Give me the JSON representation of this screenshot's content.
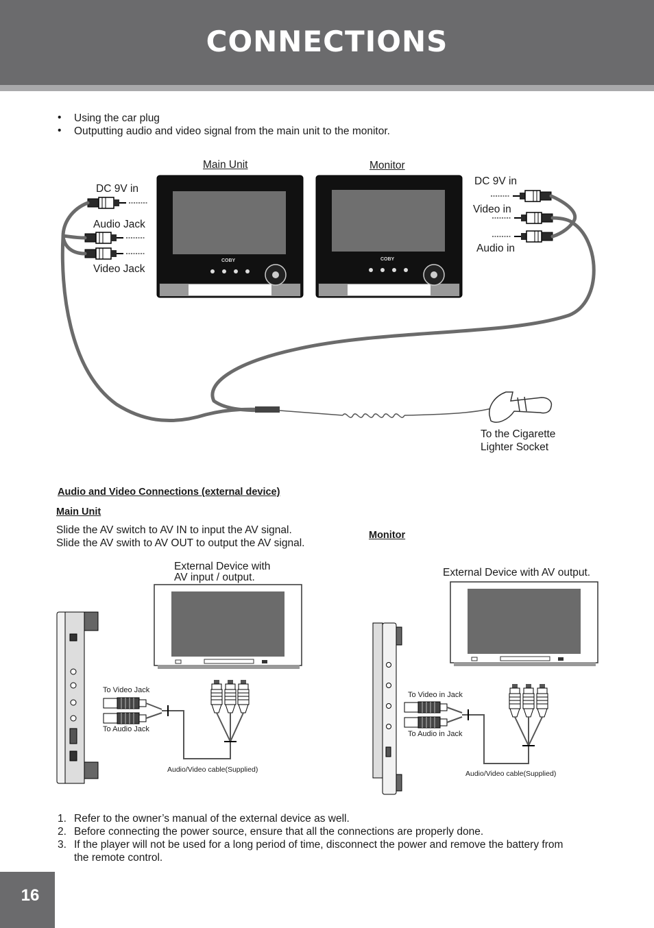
{
  "header": {
    "title": "CONNECTIONS"
  },
  "intro_bullets": [
    "Using the car plug",
    "Outputting audio and video signal from the main unit  to the monitor."
  ],
  "car_diagram": {
    "main_unit_label": "Main Unit",
    "monitor_label": "Monitor",
    "brand": "COBY",
    "main_unit_jacks": [
      "DC 9V in",
      "Audio Jack",
      "Video Jack"
    ],
    "monitor_jacks": [
      "DC 9V in",
      "Video in",
      "Audio in"
    ],
    "cigarette_label_line1": "To the Cigarette",
    "cigarette_label_line2": "Lighter  Socket"
  },
  "av_section": {
    "title": "Audio and Video Connections (external device)",
    "main_unit": {
      "heading": "Main Unit",
      "line1": "Slide the AV switch to AV IN to input the AV signal.",
      "line2": "Slide the AV swith to AV OUT to output the AV signal.",
      "device_label_line1": "External Device with",
      "device_label_line2": "AV input / output.",
      "to_video": "To Video Jack",
      "to_audio": "To Audio Jack",
      "cable": "Audio/Video cable(Supplied)"
    },
    "monitor": {
      "heading": "Monitor",
      "device_label": "External Device with AV output.",
      "to_video": "To Video in Jack",
      "to_audio": "To Audio in Jack",
      "cable": "Audio/Video cable(Supplied)"
    }
  },
  "notes": [
    {
      "num": "1.",
      "text": "Refer to the owner’s manual of the external device as well."
    },
    {
      "num": "2.",
      "text": "Before connecting the power source, ensure that all the connections are properly done."
    },
    {
      "num": "3.",
      "text": "If the player will not be used for a long period of time, disconnect the power and remove the battery from"
    }
  ],
  "note3_continuation": "the remote control.",
  "footer": {
    "page_number": "16"
  }
}
